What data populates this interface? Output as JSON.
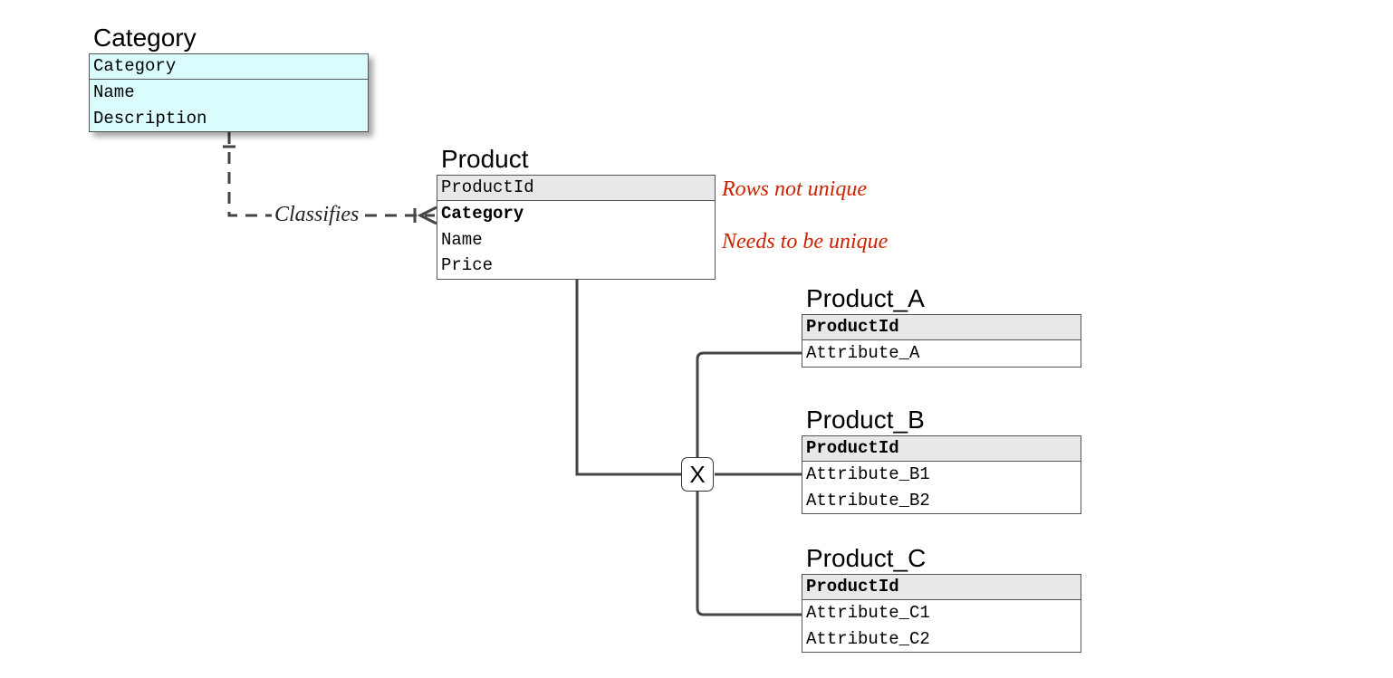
{
  "colors": {
    "note": "#cc2200",
    "line": "#444444",
    "category_fill": "#dafcfc",
    "key_fill": "#e8e8e8"
  },
  "entities": {
    "category": {
      "title": "Category",
      "key": "Category",
      "attributes": [
        "Name",
        "Description"
      ]
    },
    "product": {
      "title": "Product",
      "key": "ProductId",
      "attributes": [
        "Category",
        "Name",
        "Price"
      ]
    },
    "product_a": {
      "title": "Product_A",
      "key": "ProductId",
      "attributes": [
        "Attribute_A"
      ]
    },
    "product_b": {
      "title": "Product_B",
      "key": "ProductId",
      "attributes": [
        "Attribute_B1",
        "Attribute_B2"
      ]
    },
    "product_c": {
      "title": "Product_C",
      "key": "ProductId",
      "attributes": [
        "Attribute_C1",
        "Attribute_C2"
      ]
    }
  },
  "relationships": {
    "classifies": "Classifies",
    "exclusive_marker": "X"
  },
  "notes": {
    "key_note": "Rows not unique",
    "name_note": "Needs to be unique"
  }
}
